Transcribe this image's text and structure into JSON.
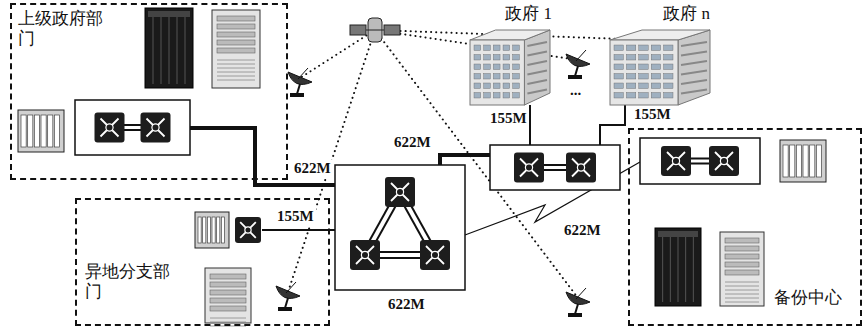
{
  "diagram": {
    "nodes": [
      {
        "text": [
          "上级政府部门"
        ]
      },
      {
        "text": [
          "政府 1"
        ]
      },
      {
        "text": [
          "政府 n"
        ]
      },
      {
        "text": [
          "异地分支部门"
        ]
      },
      {
        "text": [
          "备份中心"
        ]
      }
    ],
    "labels": [
      "622M",
      "622M",
      "155M",
      "155M",
      "155M",
      "622M",
      "622M",
      "..."
    ]
  }
}
